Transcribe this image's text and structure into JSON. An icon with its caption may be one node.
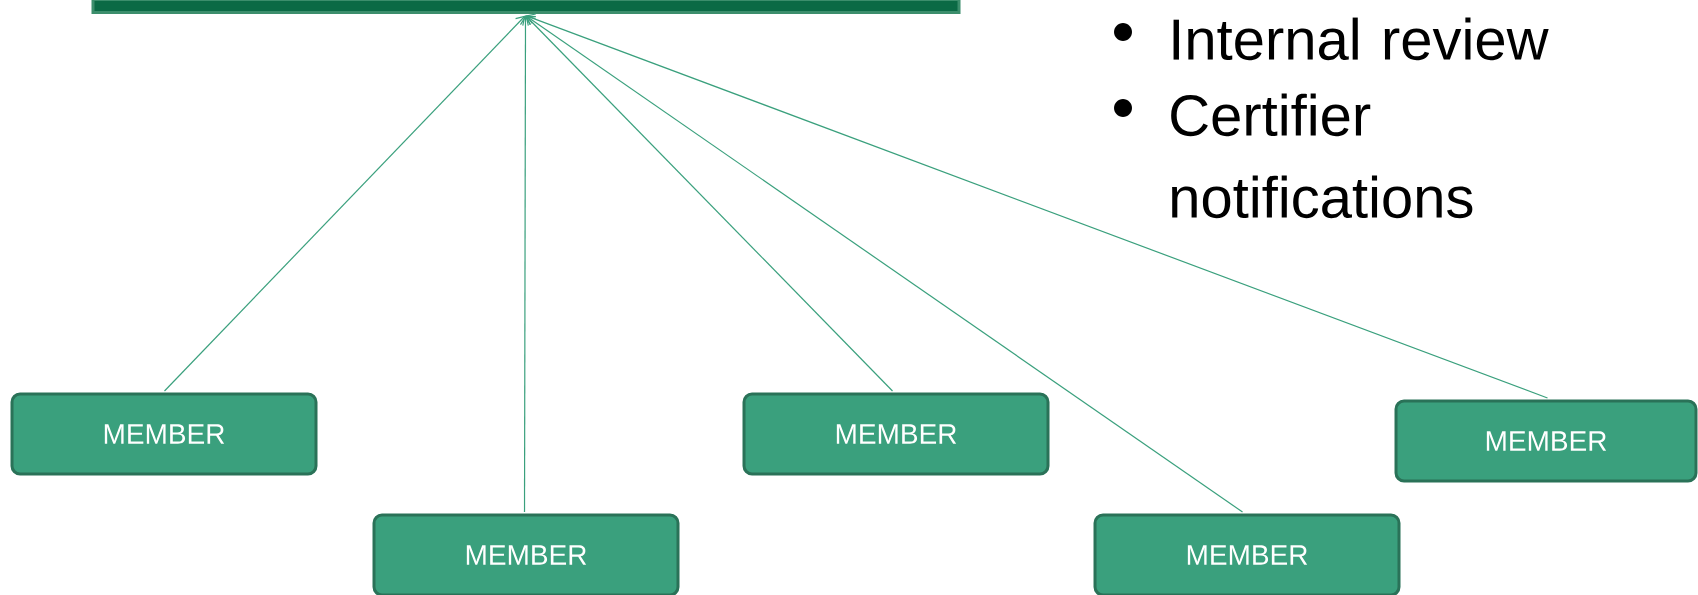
{
  "diagram": {
    "nodes": [
      {
        "text": [],
        "shape": "bar"
      },
      {
        "text": [
          "MEMBER"
        ]
      },
      {
        "text": [
          "MEMBER"
        ]
      },
      {
        "text": [
          "MEMBER"
        ]
      },
      {
        "text": [
          "MEMBER"
        ]
      },
      {
        "text": [
          "MEMBER"
        ]
      }
    ],
    "edges": [
      {
        "from": 1,
        "to": 0,
        "arrow": "to"
      },
      {
        "from": 2,
        "to": 0,
        "arrow": "to"
      },
      {
        "from": 3,
        "to": 0,
        "arrow": "to"
      },
      {
        "from": 4,
        "to": 0,
        "arrow": "to"
      },
      {
        "from": 5,
        "to": 0,
        "arrow": "to"
      }
    ],
    "labels": [
      "Internal review",
      "Certifier notifications"
    ]
  }
}
